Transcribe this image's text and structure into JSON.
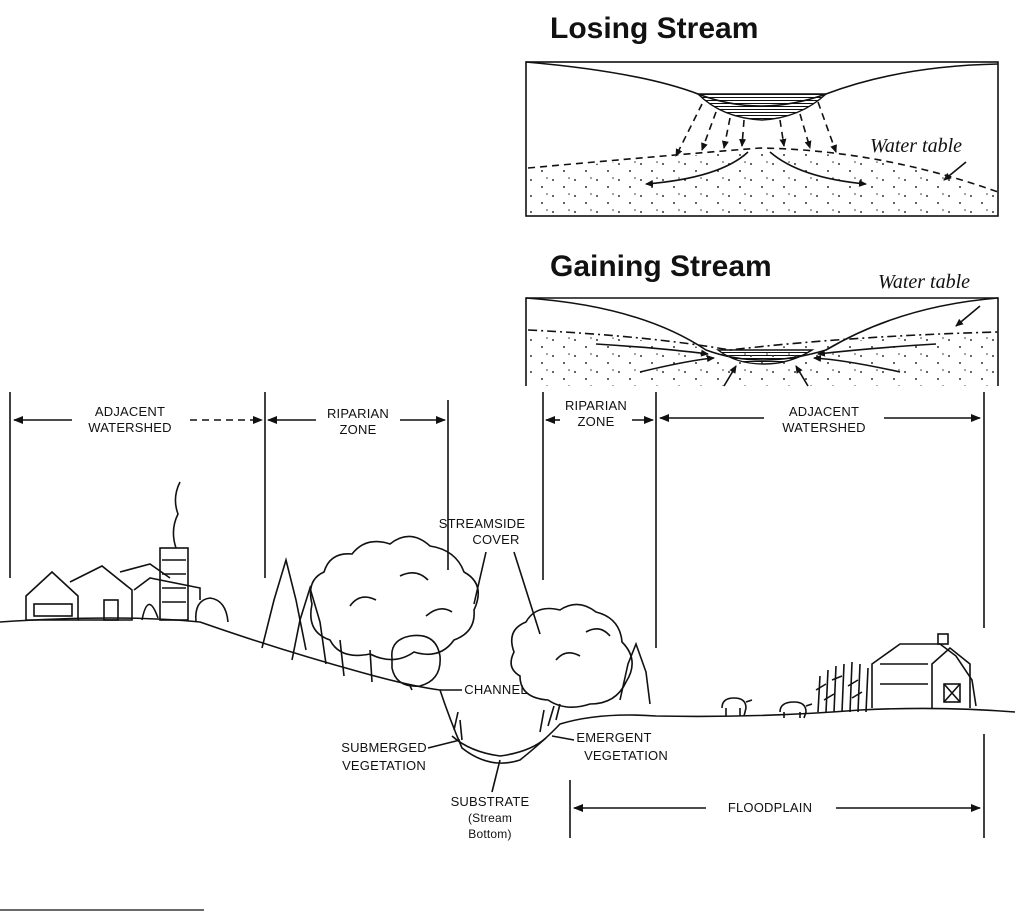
{
  "losing_stream": {
    "title": "Losing Stream",
    "water_table_label": "Water table"
  },
  "gaining_stream": {
    "title": "Gaining Stream",
    "water_table_label": "Water table"
  },
  "zones": {
    "adjacent_watershed_left": [
      "ADJACENT",
      "WATERSHED"
    ],
    "riparian_zone_left": [
      "RIPARIAN",
      "ZONE"
    ],
    "riparian_zone_right": [
      "RIPARIAN",
      "ZONE"
    ],
    "adjacent_watershed_right": [
      "ADJACENT",
      "WATERSHED"
    ]
  },
  "features": {
    "streamside_cover": [
      "STREAMSIDE",
      "COVER"
    ],
    "channel": "CHANNEL",
    "submerged_vegetation": [
      "SUBMERGED",
      "VEGETATION"
    ],
    "emergent_vegetation": [
      "EMERGENT",
      "VEGETATION"
    ],
    "substrate": [
      "SUBSTRATE",
      "(Stream",
      "Bottom)"
    ],
    "floodplain": "FLOODPLAIN"
  }
}
